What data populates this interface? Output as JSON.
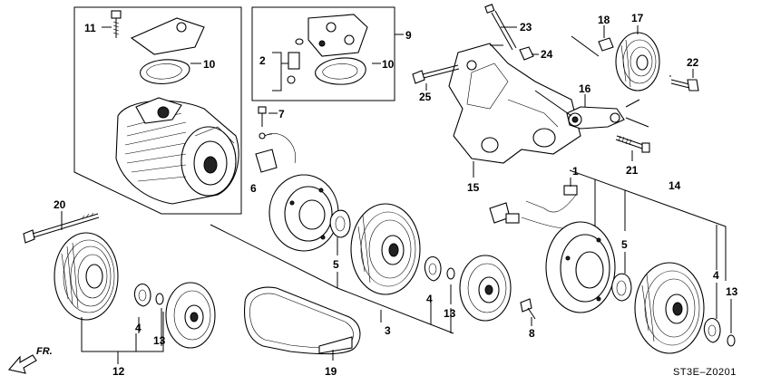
{
  "diagram_code": "ST3E–Z0201",
  "front_indicator": "FR.",
  "callouts": {
    "c1": "1",
    "c2": "2",
    "c3": "3",
    "c4a": "4",
    "c4b": "4",
    "c4c": "4",
    "c5a": "5",
    "c5b": "5",
    "c6": "6",
    "c7": "7",
    "c8": "8",
    "c9": "9",
    "c10a": "10",
    "c10b": "10",
    "c11": "11",
    "c12": "12",
    "c13a": "13",
    "c13b": "13",
    "c13c": "13",
    "c14": "14",
    "c15": "15",
    "c16": "16",
    "c17": "17",
    "c18": "18",
    "c19": "19",
    "c20": "20",
    "c21": "21",
    "c22": "22",
    "c23": "23",
    "c24": "24",
    "c25": "25"
  }
}
